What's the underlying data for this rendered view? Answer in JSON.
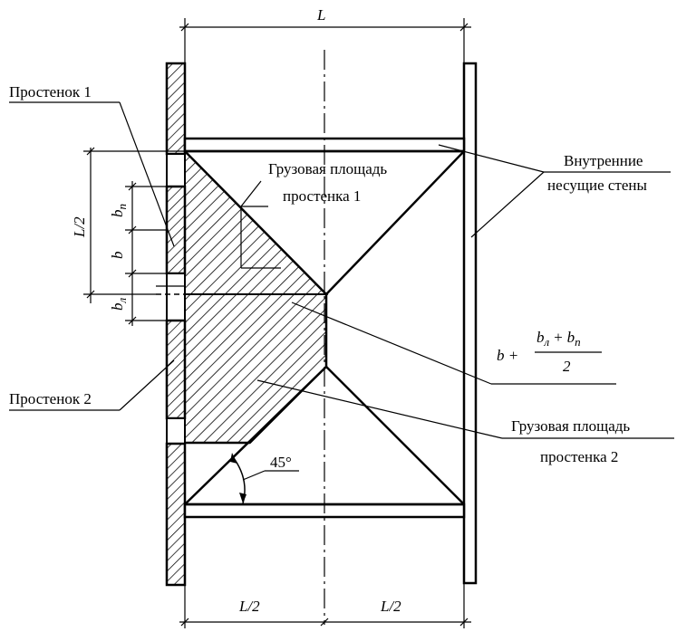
{
  "labels": {
    "L": "L",
    "pier1": "Простенок 1",
    "pier2": "Простенок 2",
    "load_area1_l1": "Грузовая площадь",
    "load_area1_l2": "простенка 1",
    "load_area2_l1": "Грузовая площадь",
    "load_area2_l2": "простенка 2",
    "inner_walls_l1": "Внутренние",
    "inner_walls_l2": "несущие стены",
    "half_L_vertical": "L/2",
    "half_L_left": "L/2",
    "half_L_right": "L/2",
    "angle": "45°",
    "b_p_base": "b",
    "b_p_sub": "п",
    "b": "b",
    "b_l_base": "b",
    "b_l_sub": "л",
    "formula_b": "b +",
    "formula_num_b1": "b",
    "formula_num_sub1": "л",
    "formula_plus": "+",
    "formula_num_b2": "b",
    "formula_num_sub2": "п",
    "formula_den": "2"
  },
  "colors": {
    "ink": "#000000",
    "background": "#ffffff"
  }
}
